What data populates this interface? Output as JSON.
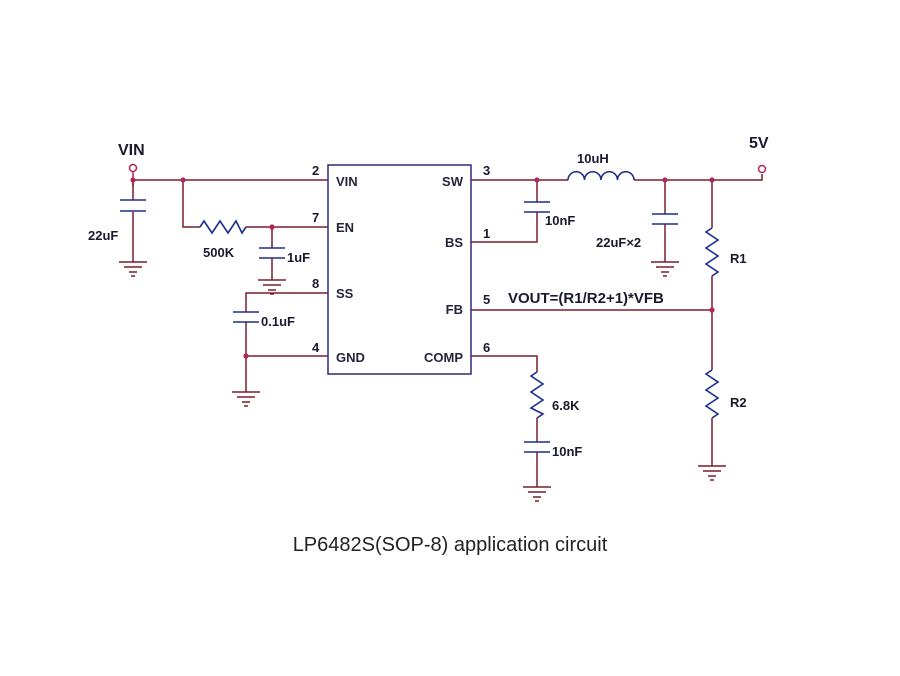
{
  "title": "LP6482S(SOP-8) application circuit",
  "ic": {
    "pins": [
      {
        "num": "2",
        "name": "VIN"
      },
      {
        "num": "7",
        "name": "EN"
      },
      {
        "num": "8",
        "name": "SS"
      },
      {
        "num": "4",
        "name": "GND"
      },
      {
        "num": "3",
        "name": "SW"
      },
      {
        "num": "1",
        "name": "BS"
      },
      {
        "num": "5",
        "name": "FB"
      },
      {
        "num": "6",
        "name": "COMP"
      }
    ]
  },
  "terminals": {
    "input": "VIN",
    "output": "5V"
  },
  "components": {
    "c_in": "22uF",
    "r_en": "500K",
    "c_en": "1uF",
    "c_ss": "0.1uF",
    "c_bs": "10nF",
    "inductor": "10uH",
    "c_out": "22uF×2",
    "r1": "R1",
    "r2": "R2",
    "r_comp": "6.8K",
    "c_comp": "10nF"
  },
  "formula": "VOUT=(R1/R2+1)*VFB",
  "colors": {
    "wire": "#7a1e2e",
    "component": "#1e2d8a",
    "ic_border": "#2a2a7a",
    "text": "#1a1a2e"
  }
}
